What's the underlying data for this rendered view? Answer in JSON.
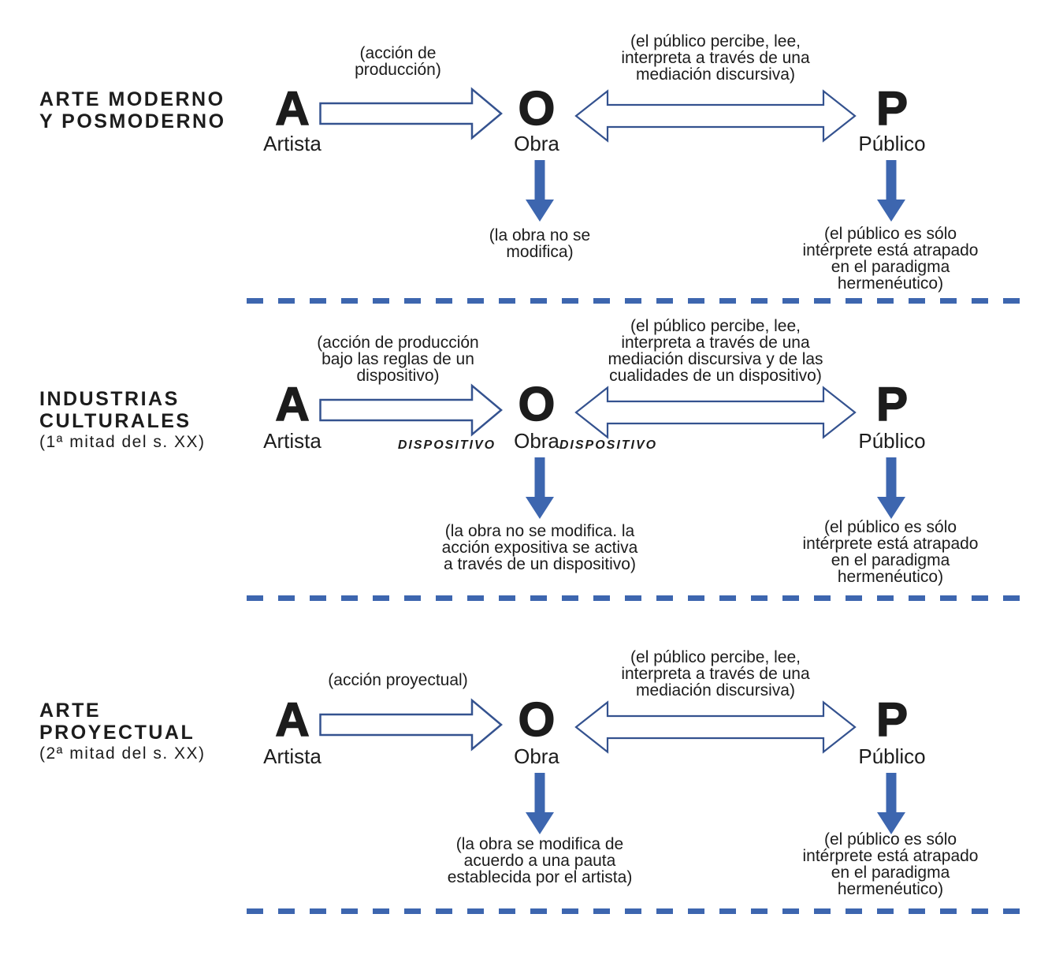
{
  "colors": {
    "text": "#1c1c1c",
    "solid_arrow": "#3d66af",
    "arrow_outline": "#34528f",
    "arrow_fill": "#ffffff",
    "separator": "#3d66af"
  },
  "rows": [
    {
      "title": "ARTE MODERNO\nY POSMODERNO",
      "production_caption": "(acción de\nproducción)",
      "reception_caption": "(el público percibe, lee,\ninterpreta a través de una\nmediación discursiva)",
      "artist_letter": "A",
      "artist_label": "Artista",
      "work_letter": "O",
      "work_label": "Obra",
      "public_letter": "P",
      "public_label": "Público",
      "work_note": "(la obra no se\nmodifica)",
      "public_note": "(el público es sólo\nintérprete está atrapado\nen el paradigma\nhermenéutico)"
    },
    {
      "title": "INDUSTRIAS\nCULTURALES",
      "subtitle": "(1ª mitad del s. XX)",
      "production_caption": "(acción de producción\nbajo las reglas de un\ndispositivo)",
      "reception_caption": "(el público percibe, lee,\ninterpreta a través de una\nmediación discursiva y de las\ncualidades de un dispositivo)",
      "artist_letter": "A",
      "artist_label": "Artista",
      "work_letter": "O",
      "work_label": "Obra",
      "public_letter": "P",
      "public_label": "Público",
      "dispositivo_left": "DISPOSITIVO",
      "dispositivo_right": "DISPOSITIVO",
      "work_note": "(la obra no se modifica. la\nacción expositiva se activa\na través de un dispositivo)",
      "public_note": "(el público es sólo\nintérprete está atrapado\nen el paradigma\nhermenéutico)"
    },
    {
      "title": "ARTE\nPROYECTUAL",
      "subtitle": "(2ª mitad del s. XX)",
      "production_caption": "(acción proyectual)",
      "reception_caption": "(el público percibe, lee,\ninterpreta a través de una\nmediación discursiva)",
      "artist_letter": "A",
      "artist_label": "Artista",
      "work_letter": "O",
      "work_label": "Obra",
      "public_letter": "P",
      "public_label": "Público",
      "work_note": "(la obra se modifica de\nacuerdo a una pauta\nestablecida por el artista)",
      "public_note": "(el público es sólo\nintérprete está atrapado\nen el paradigma\nhermenéutico)"
    }
  ]
}
